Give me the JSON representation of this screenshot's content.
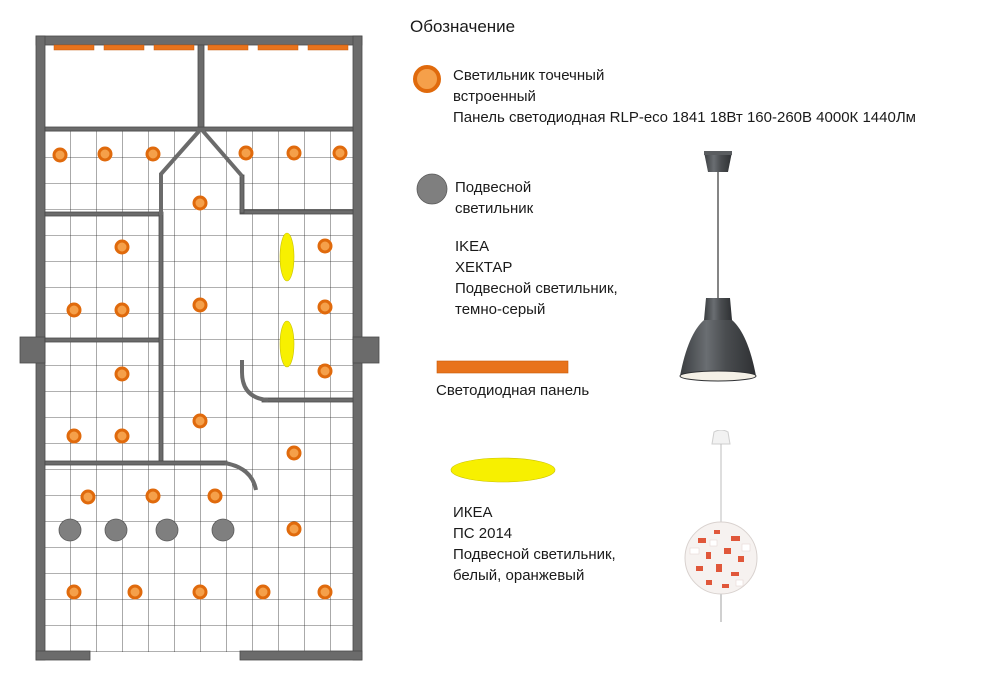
{
  "colors": {
    "wall": "#6b6b6b",
    "wall_stroke": "#4a4a4a",
    "spot_fill": "#f5a04a",
    "spot_ring": "#e06a0c",
    "pendant_gray": "#7f7f7f",
    "panel_orange": "#e8731c",
    "yellow": "#f7f000",
    "grid": "#2b2b2b"
  },
  "legend": {
    "title": "Обозначение",
    "spot": {
      "icon": "orange-circle-icon",
      "line1": "Светильник точечный",
      "line2": "встроенный",
      "line3": "Панель светодиодная RLP-eco 1841 18Вт 160-260В 4000К 1440Лм"
    },
    "pendant": {
      "icon": "gray-circle-icon",
      "line1": "Подвесной",
      "line2": "светильник",
      "brand": "IKEA",
      "model": "ХЕКТАР",
      "desc1": "Подвесной светильник,",
      "desc2": "темно-серый"
    },
    "panel": {
      "icon": "orange-bar-icon",
      "label": "Светодиодная панель"
    },
    "ps": {
      "icon": "yellow-ellipse-icon",
      "brand": "ИКЕА",
      "model": "ПС 2014",
      "desc1": "Подвесной светильник,",
      "desc2": "белый, оранжевый"
    }
  }
}
